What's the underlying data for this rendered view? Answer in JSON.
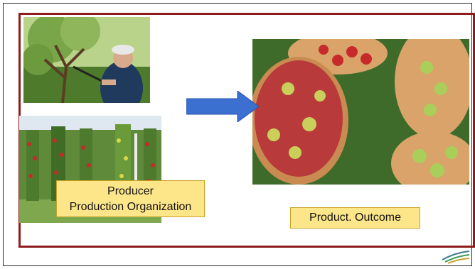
{
  "captions": {
    "producer_line1": "Producer",
    "producer_line2": "Production Organization",
    "product": "Product. Outcome"
  },
  "images": {
    "pruning": "farmer pruning fruit tree",
    "orchard": "apple orchard rows",
    "apples": "baskets of harvested apples"
  },
  "icons": {
    "arrow": "right-arrow-icon",
    "logo": "logo-icon"
  },
  "colors": {
    "frame": "#8f1c1c",
    "caption_fill": "#fde68a",
    "arrow": "#3b6fd0"
  }
}
